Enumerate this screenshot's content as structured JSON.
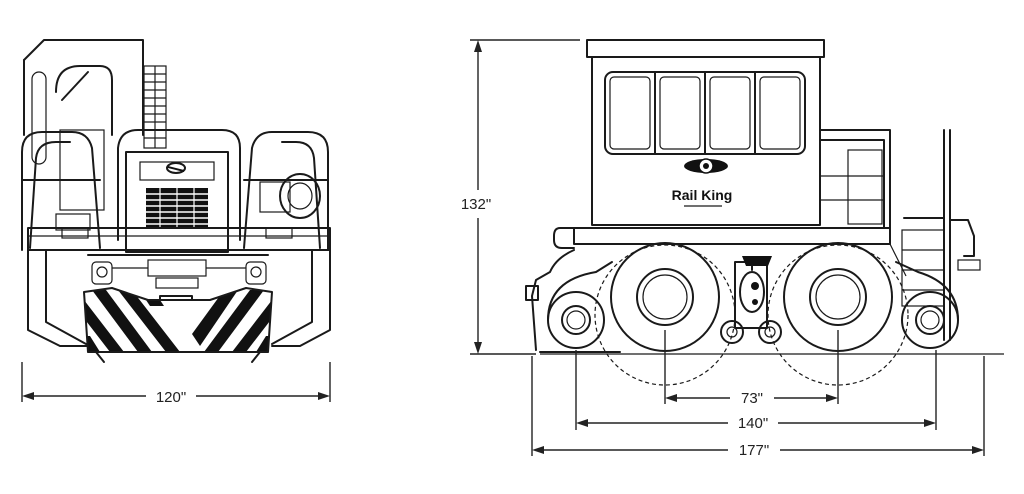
{
  "front_view": {
    "width_dimension": "120\""
  },
  "side_view": {
    "height_dimension": "132\"",
    "wheelbase_dimension": "73\"",
    "outer_wheel_dimension": "140\"",
    "overall_length_dimension": "177\"",
    "brand_name": "Rail King"
  },
  "colors": {
    "line": "#1a1a1a",
    "background": "#ffffff"
  }
}
